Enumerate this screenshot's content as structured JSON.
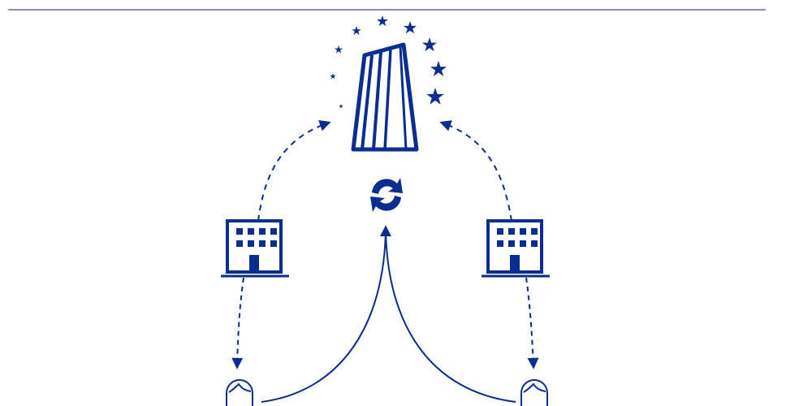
{
  "colors": {
    "primary": "#0a2d8f",
    "rule": "#5a6ea0",
    "background": "#ffffff"
  },
  "diagram": {
    "center": {
      "icon": "central-bank-tower-icon",
      "stars_icon": "star-icon"
    },
    "exchange": {
      "icon": "refresh-cycle-icon"
    },
    "left_bank": {
      "icon": "commercial-bank-building-icon"
    },
    "right_bank": {
      "icon": "commercial-bank-building-icon"
    },
    "left_person": {
      "icon": "person-icon"
    },
    "right_person": {
      "icon": "person-icon"
    },
    "links": [
      {
        "from": "left_bank",
        "to": "center",
        "style": "dashed"
      },
      {
        "from": "right_bank",
        "to": "center",
        "style": "dashed"
      },
      {
        "from": "left_bank",
        "to": "left_person",
        "style": "dashed"
      },
      {
        "from": "right_bank",
        "to": "right_person",
        "style": "dashed"
      },
      {
        "from": "left_person",
        "to": "exchange",
        "style": "solid"
      },
      {
        "from": "right_person",
        "to": "exchange",
        "style": "solid"
      }
    ]
  }
}
